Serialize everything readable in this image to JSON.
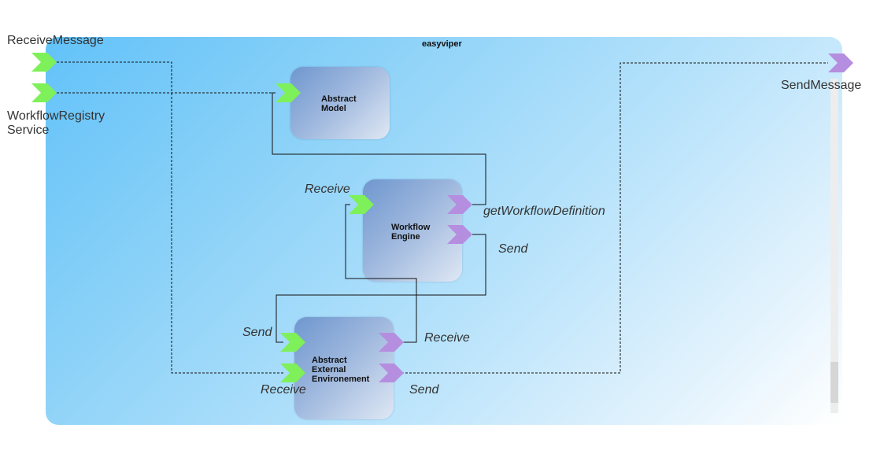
{
  "container": {
    "title": "easyviper"
  },
  "external": {
    "receive_message": "ReceiveMessage",
    "workflow_registry": "WorkflowRegistry\nService",
    "send_message": "SendMessage"
  },
  "components": {
    "abstract_model": {
      "label": "Abstract\nModel"
    },
    "workflow_engine": {
      "label": "Workflow\nEngine",
      "receive": "Receive",
      "get_workflow_definition": "getWorkflowDefinition",
      "send": "Send"
    },
    "abstract_external": {
      "label": "Abstract\nExternal\nEnvironement",
      "send": "Send",
      "receive_in": "Receive",
      "receive_out": "Receive",
      "send_out": "Send"
    }
  },
  "colors": {
    "provided_port": "#7ef05a",
    "required_port": "#b58ee0",
    "connector": "#111111"
  }
}
